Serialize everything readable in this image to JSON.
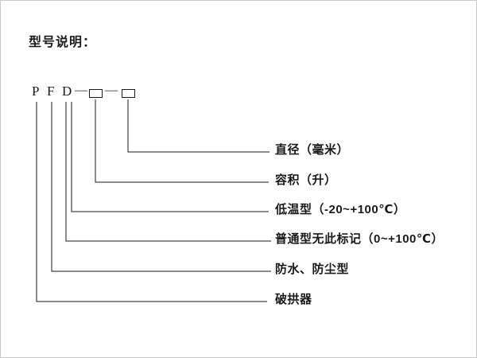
{
  "title": "型号说明：",
  "code": {
    "letters": [
      "P",
      "F",
      "D"
    ],
    "separator": "—",
    "placeholder_box_name": "blank-spec-box"
  },
  "labels": [
    {
      "key": "diameter",
      "text": "直径（毫米）"
    },
    {
      "key": "volume",
      "text": "容积（升）"
    },
    {
      "key": "lowtemp",
      "text": "低温型（-20~+100℃）"
    },
    {
      "key": "normal",
      "text": "普通型无此标记（0~+100℃）"
    },
    {
      "key": "waterproof",
      "text": "防水、防尘型"
    },
    {
      "key": "archbreaker",
      "text": "破拱器"
    }
  ],
  "colors": {
    "line": "#1a1a1a",
    "background": "#ffffff",
    "border": "#c9c9c9"
  }
}
